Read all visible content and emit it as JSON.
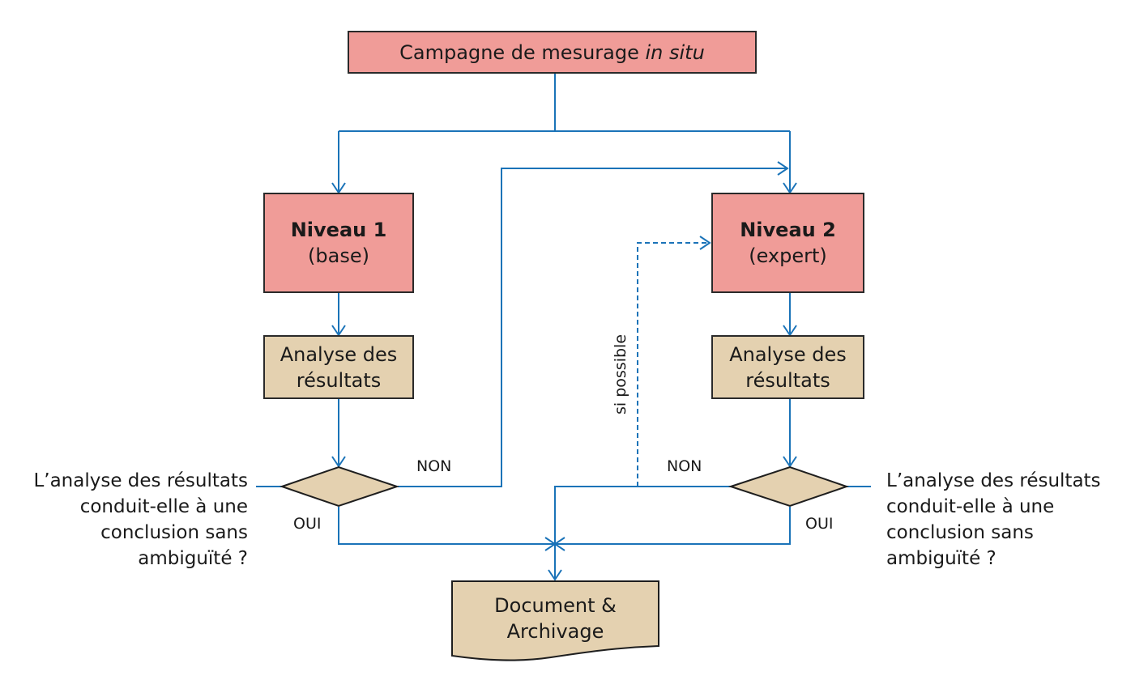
{
  "colors": {
    "connector": "#1a73b8",
    "process_fill": "#f09c98",
    "analysis_fill": "#e4d1b0",
    "border": "#2a2a2a"
  },
  "nodes": {
    "start": {
      "text": "Campagne de mesurage ",
      "text_italic": "in situ"
    },
    "level1": {
      "title": "Niveau 1",
      "subtitle": "(base)"
    },
    "level2": {
      "title": "Niveau 2",
      "subtitle": "(expert)"
    },
    "analysis1": {
      "line1": "Analyse des",
      "line2": "résultats"
    },
    "analysis2": {
      "line1": "Analyse des",
      "line2": "résultats"
    },
    "decision1": {
      "question": [
        "L’analyse des résultats",
        "conduit-elle à une",
        "conclusion sans",
        "ambiguïté ?"
      ]
    },
    "decision2": {
      "question": [
        "L’analyse des résultats",
        "conduit-elle à une",
        "conclusion sans",
        "ambiguïté ?"
      ]
    },
    "end": {
      "line1": "Document &",
      "line2": "Archivage"
    }
  },
  "edge_labels": {
    "d1_no": "NON",
    "d1_yes": "OUI",
    "d2_no": "NON",
    "d2_yes": "OUI",
    "if_possible": "si possible"
  }
}
